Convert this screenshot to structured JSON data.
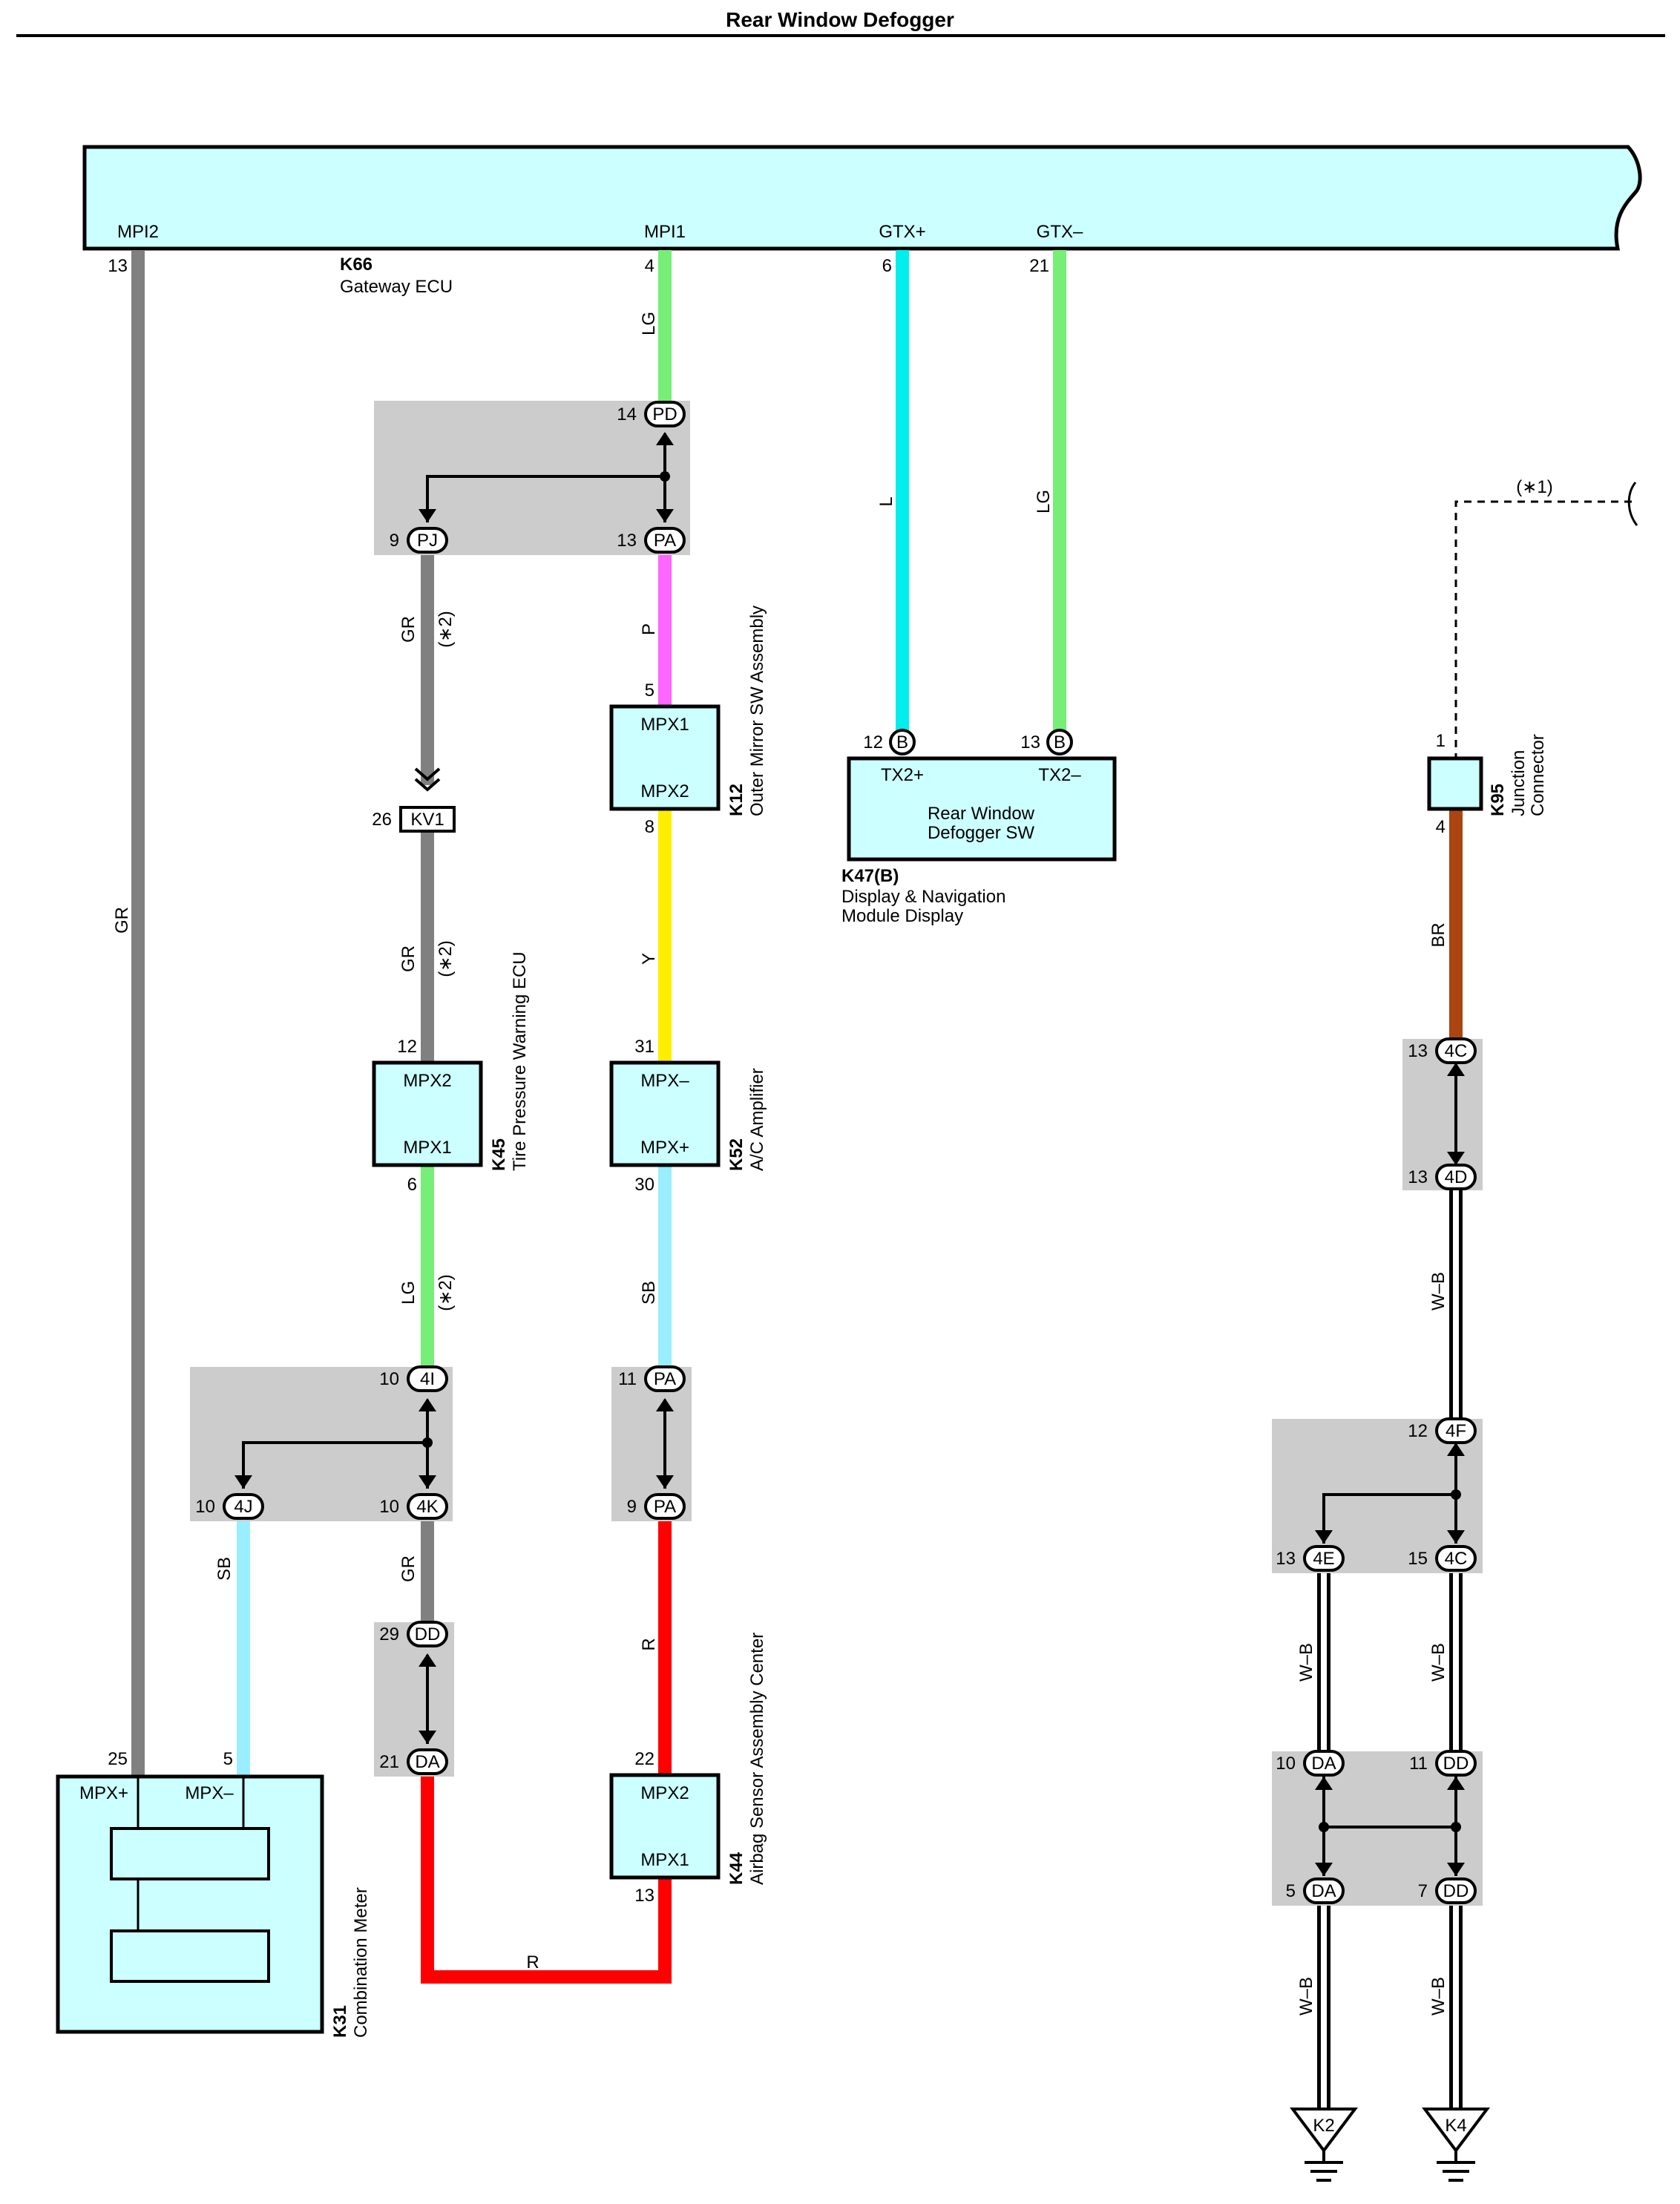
{
  "title": "Rear Window Defogger",
  "gateway": {
    "id": "K66",
    "name": "Gateway ECU",
    "terms": {
      "mpi2": "MPI2",
      "mpi1": "MPI1",
      "gtxp": "GTX+",
      "gtxm": "GTX–"
    },
    "pins": {
      "mpi2": "13",
      "mpi1": "4",
      "gtxp": "6",
      "gtxm": "21"
    }
  },
  "colors": {
    "GR": "#808080",
    "LG": "#77ee77",
    "L": "#00eeee",
    "P": "#ff66ff",
    "Y": "#ffee00",
    "SB": "#99eeff",
    "R": "#ff0000",
    "BR": "#aa4411",
    "box": "#ccffff",
    "jc": "#cccccc"
  },
  "wire_labels": {
    "gr_main": "GR",
    "lg_top": "LG",
    "l_gtx": "L",
    "lg_gtx": "LG",
    "gr_pj": "GR",
    "gr_pj_note": "(∗2)",
    "p": "P",
    "gr_kv1": "GR",
    "gr_kv1_note": "(∗2)",
    "y": "Y",
    "lg_k45": "LG",
    "lg_k45_note": "(∗2)",
    "sb_k52": "SB",
    "sb_4j": "SB",
    "gr_4k": "GR",
    "r_pa": "R",
    "r_bottom": "R",
    "br": "BR",
    "wb_1": "W–B",
    "wb_2": "W–B",
    "wb_3": "W–B",
    "wb_4": "W–B",
    "wb_5": "W–B",
    "note1": "(∗1)"
  },
  "joints": {
    "pd": {
      "code": "PD",
      "pin": "14"
    },
    "pj": {
      "code": "PJ",
      "pin": "9"
    },
    "pa1": {
      "code": "PA",
      "pin": "13"
    },
    "kv1": {
      "code": "KV1",
      "pin": "26"
    },
    "i4": {
      "code": "4I",
      "pin": "10"
    },
    "j4": {
      "code": "4J",
      "pin": "10"
    },
    "k4": {
      "code": "4K",
      "pin": "10"
    },
    "pa2": {
      "code": "PA",
      "pin": "11"
    },
    "pa3": {
      "code": "PA",
      "pin": "9"
    },
    "dd1": {
      "code": "DD",
      "pin": "29"
    },
    "da1": {
      "code": "DA",
      "pin": "21"
    },
    "c4a": {
      "code": "4C",
      "pin": "13"
    },
    "d4": {
      "code": "4D",
      "pin": "13"
    },
    "f4": {
      "code": "4F",
      "pin": "12"
    },
    "e4": {
      "code": "4E",
      "pin": "13"
    },
    "c4b": {
      "code": "4C",
      "pin": "15"
    },
    "da2": {
      "code": "DA",
      "pin": "10"
    },
    "dd2": {
      "code": "DD",
      "pin": "11"
    },
    "da3": {
      "code": "DA",
      "pin": "5"
    },
    "dd3": {
      "code": "DD",
      "pin": "7"
    }
  },
  "k12": {
    "id": "K12",
    "name": "Outer Mirror SW Assembly",
    "t1": "MPX1",
    "t2": "MPX2",
    "p1": "5",
    "p2": "8"
  },
  "k45": {
    "id": "K45",
    "name": "Tire Pressure Warning ECU",
    "t1": "MPX2",
    "t2": "MPX1",
    "p1": "12",
    "p2": "6"
  },
  "k52": {
    "id": "K52",
    "name": "A/C Amplifier",
    "t1": "MPX–",
    "t2": "MPX+",
    "p1": "31",
    "p2": "30"
  },
  "k44": {
    "id": "K44",
    "name": "Airbag Sensor Assembly Center",
    "t1": "MPX2",
    "t2": "MPX1",
    "p1": "22",
    "p2": "13"
  },
  "k31": {
    "id": "K31",
    "name": "Combination Meter",
    "t1": "MPX+",
    "t2": "MPX–",
    "p1": "25",
    "p2": "5"
  },
  "k47": {
    "id": "K47(B)",
    "name1": "Display & Navigation",
    "name2": "Module Display",
    "sw1": "Rear Window",
    "sw2": "Defogger SW",
    "t1": "TX2+",
    "t2": "TX2–",
    "p1": "12",
    "p2": "13",
    "c1": "B",
    "c2": "B"
  },
  "k95": {
    "id": "K95",
    "name1": "Junction",
    "name2": "Connector",
    "p1": "1",
    "p2": "4"
  },
  "grounds": {
    "g1": "K2",
    "g2": "K4"
  }
}
